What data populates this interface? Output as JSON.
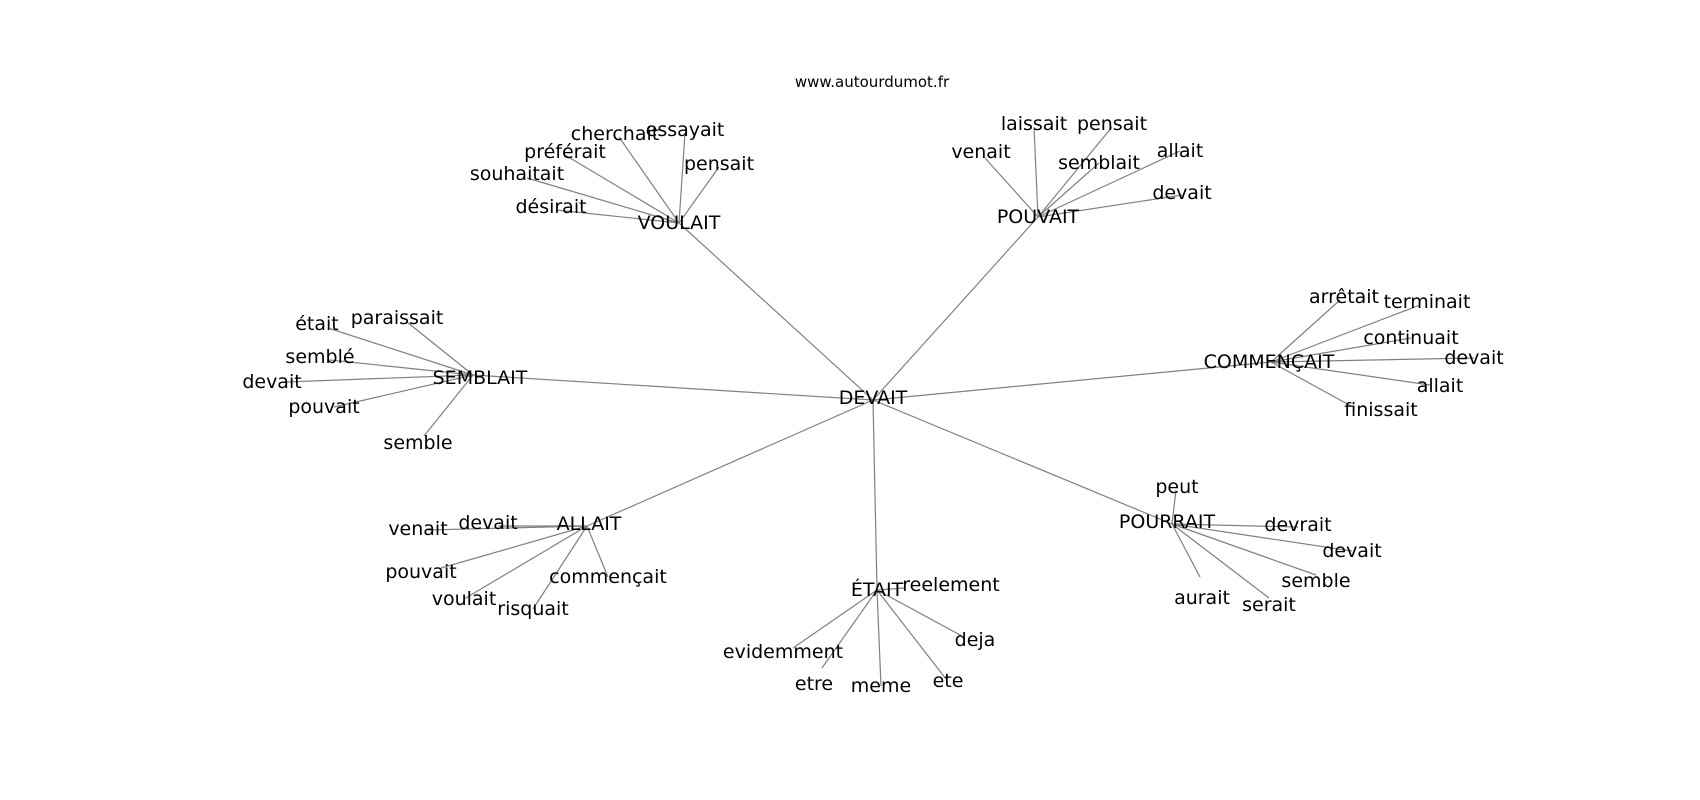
{
  "watermark": "www.autourdumot.fr",
  "graph": {
    "center": "DEVAIT",
    "groups": [
      {
        "hub": "VOULAIT",
        "leaves": [
          "cherchait",
          "essayait",
          "préférait",
          "pensait",
          "souhaitait",
          "désirait"
        ]
      },
      {
        "hub": "POUVAIT",
        "leaves": [
          "laissait",
          "pensait",
          "venait",
          "semblait",
          "allait",
          "devait"
        ]
      },
      {
        "hub": "SEMBLAIT",
        "leaves": [
          "était",
          "paraissait",
          "semblé",
          "devait",
          "pouvait",
          "semble"
        ]
      },
      {
        "hub": "COMMENÇAIT",
        "leaves": [
          "arrêtait",
          "terminait",
          "continuait",
          "devait",
          "allait",
          "finissait"
        ]
      },
      {
        "hub": "ALLAIT",
        "leaves": [
          "venait",
          "devait",
          "pouvait",
          "commençait",
          "voulait",
          "risquait"
        ]
      },
      {
        "hub": "ÉTAIT",
        "leaves": [
          "reelement",
          "deja",
          "evidemment",
          "etre",
          "meme",
          "ete"
        ]
      },
      {
        "hub": "POURRAIT",
        "leaves": [
          "peut",
          "devrait",
          "devait",
          "semble",
          "aurait",
          "serait"
        ]
      }
    ]
  }
}
